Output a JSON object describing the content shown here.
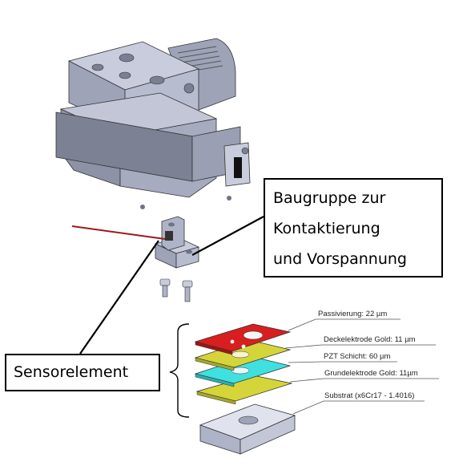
{
  "callouts": {
    "assembly_lines": [
      "Baugruppe zur",
      "Kontaktierung",
      "und Vorspannung"
    ],
    "sensor": "Sensorelement"
  },
  "layers": {
    "passivierung": "Passivierung: 22 µm",
    "deckelektrode": "Deckelektrode Gold: 11 µm",
    "pzt": "PZT Schicht: 60 µm",
    "grundelektrode": "Grundelektrode Gold: 11µm",
    "substrat": "Substrat (x6Cr17 - 1.4016)"
  },
  "colors": {
    "metal": "#aeb3c8",
    "metal_dark": "#6e7386",
    "passivation": "#d81e1e",
    "electrode": "#d5d53a",
    "pzt": "#3fe0e0",
    "wire": "#a01818"
  }
}
